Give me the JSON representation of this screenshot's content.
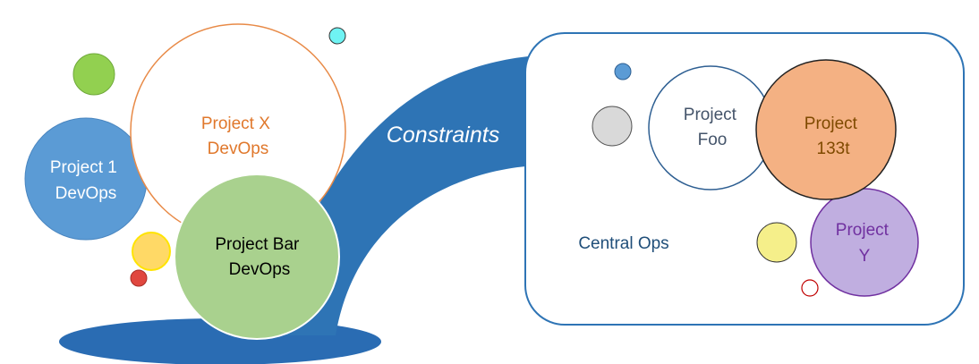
{
  "labels": {
    "project_1": [
      "Project 1",
      "DevOps"
    ],
    "project_x": [
      "Project X",
      "DevOps"
    ],
    "project_bar": [
      "Project Bar",
      "DevOps"
    ],
    "constraints": "Constraints",
    "project_foo": [
      "Project",
      "Foo"
    ],
    "project_133t": [
      "Project",
      "133t"
    ],
    "project_y": [
      "Project",
      "Y"
    ],
    "central_ops": "Central Ops"
  },
  "colors": {
    "arc_blue": "#2e74b5",
    "base_blue": "#2a6cb3",
    "box_border": "#2e74b5",
    "project_1_fill": "#5b9bd5",
    "project_x_text": "#e0782c",
    "project_x_border": "#e88a47",
    "project_bar_fill": "#a9d18e",
    "project_133t_fill": "#f4b183",
    "project_y_fill": "#c0aee0",
    "project_y_text": "#7030a0",
    "central_ops_text": "#1f4e79",
    "foo_text": "#44546a"
  }
}
